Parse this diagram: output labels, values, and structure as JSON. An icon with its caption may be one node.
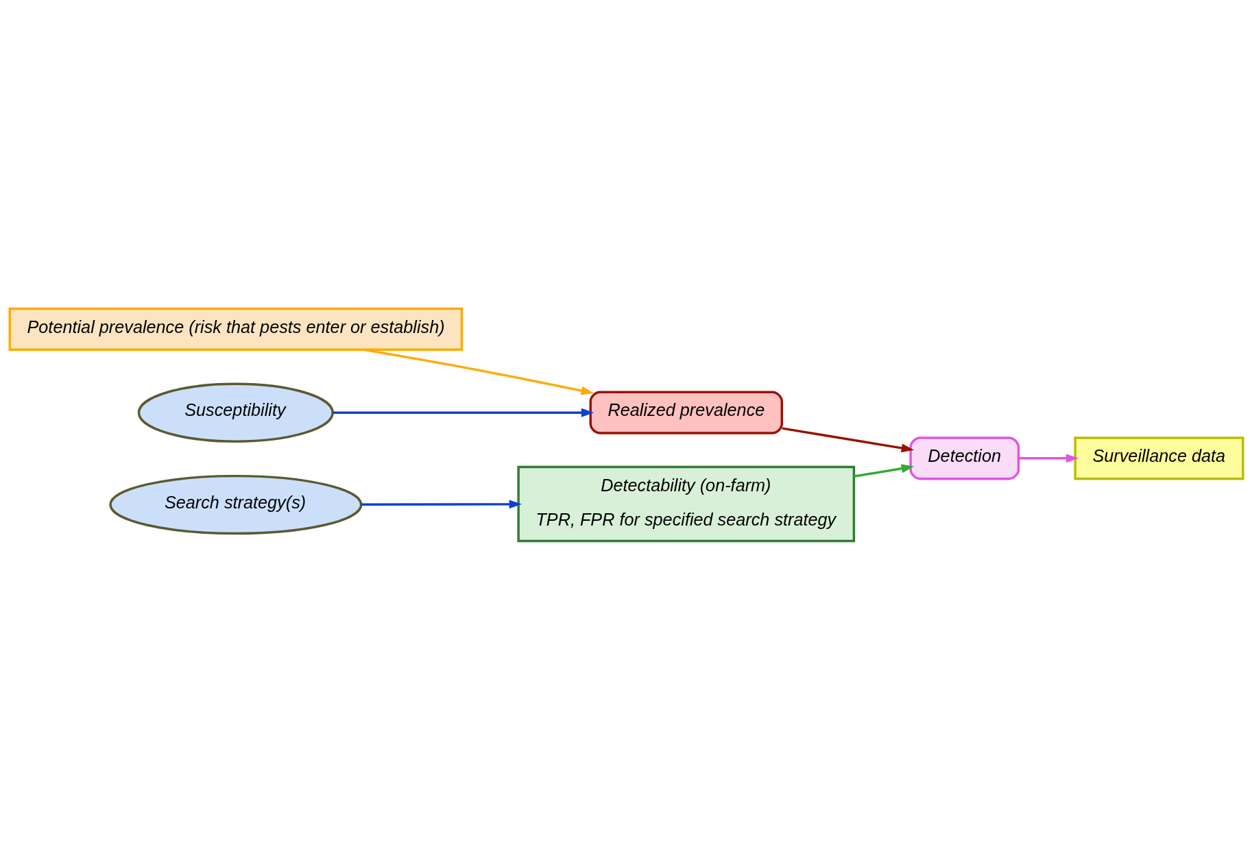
{
  "diagram": {
    "nodes": [
      {
        "text": [
          "Potential prevalence (risk that pests enter or establish)"
        ]
      },
      {
        "text": [
          "Susceptibility"
        ]
      },
      {
        "text": [
          "Realized prevalence"
        ]
      },
      {
        "text": [
          "Search strategy(s)"
        ]
      },
      {
        "text": [
          "Detectability (on-farm)",
          "TPR, FPR for specified search strategy"
        ]
      },
      {
        "text": [
          "Surveillance data"
        ]
      },
      {
        "text": [
          "Detection"
        ]
      }
    ],
    "edges": [
      {
        "from": 0,
        "to": 2,
        "arrow": "to",
        "color": "#ffaa00"
      },
      {
        "from": 1,
        "to": 2,
        "arrow": "to",
        "color": "#1040d0"
      },
      {
        "from": 3,
        "to": 4,
        "arrow": "to",
        "color": "#1040d0"
      },
      {
        "from": 2,
        "to": 6,
        "arrow": "to",
        "color": "#991100"
      },
      {
        "from": 4,
        "to": 6,
        "arrow": "to",
        "color": "#33aa33"
      },
      {
        "from": 6,
        "to": 5,
        "arrow": "to",
        "color": "#e055e0"
      }
    ]
  }
}
